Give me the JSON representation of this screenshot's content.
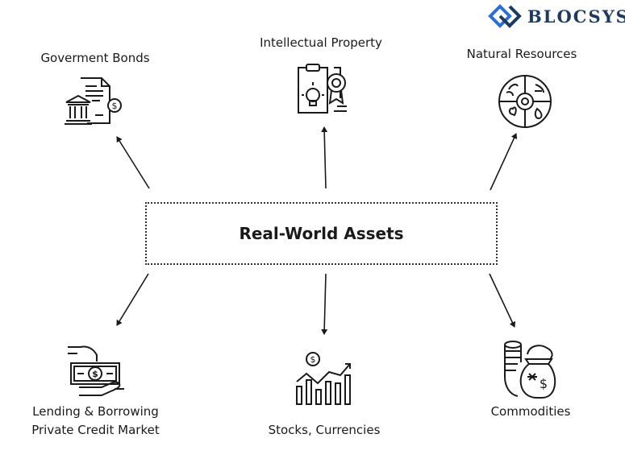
{
  "logo": {
    "text": "BLOCSYS",
    "icon": "blocsys-diamond-logo",
    "color": "#1d3a5f",
    "accent": "#2a6fd6"
  },
  "center": {
    "title": "Real-World Assets"
  },
  "nodes": {
    "bonds": {
      "label": "Goverment Bonds",
      "icon": "bank-document-dollar-icon"
    },
    "ip": {
      "label": "Intellectual Property",
      "icon": "patent-certificate-icon"
    },
    "natural": {
      "label": "Natural Resources",
      "icon": "resources-circle-icon"
    },
    "lending": {
      "label_line1": "Lending & Borrowing",
      "label_line2": "Private Credit Market",
      "icon": "hand-money-icon"
    },
    "stocks": {
      "label": "Stocks, Currencies",
      "icon": "stock-chart-icon"
    },
    "commodities": {
      "label": "Commodities",
      "icon": "coins-sack-icon"
    }
  }
}
